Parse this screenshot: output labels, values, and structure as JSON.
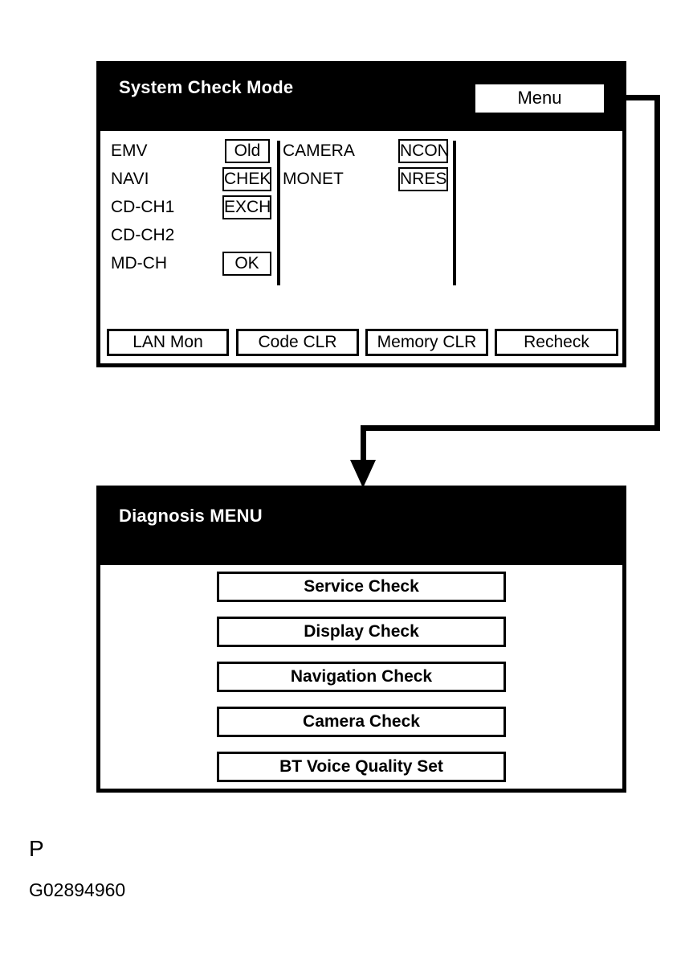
{
  "panel_system_check": {
    "title": "System Check Mode",
    "menu_button_label": "Menu",
    "columns": [
      {
        "name": "left-column",
        "rows": [
          {
            "label": "EMV",
            "status": "Old"
          },
          {
            "label": "NAVI",
            "status": "CHEK"
          },
          {
            "label": "CD-CH1",
            "status": "EXCH"
          },
          {
            "label": "CD-CH2",
            "status": ""
          },
          {
            "label": "MD-CH",
            "status": "OK"
          }
        ]
      },
      {
        "name": "right-column",
        "rows": [
          {
            "label": "CAMERA",
            "status": "NCON"
          },
          {
            "label": "MONET",
            "status": "NRES"
          }
        ]
      }
    ],
    "action_buttons": [
      "LAN Mon",
      "Code CLR",
      "Memory CLR",
      "Recheck"
    ]
  },
  "panel_diagnosis_menu": {
    "title": "Diagnosis MENU",
    "menu_items": [
      "Service Check",
      "Display Check",
      "Navigation Check",
      "Camera Check",
      "BT Voice Quality Set"
    ]
  },
  "caption": {
    "letter": "P",
    "code": "G02894960"
  },
  "colors": {
    "header_background": "#000000",
    "header_text": "#ffffff",
    "body_background": "#ffffff",
    "outline": "#000000"
  }
}
